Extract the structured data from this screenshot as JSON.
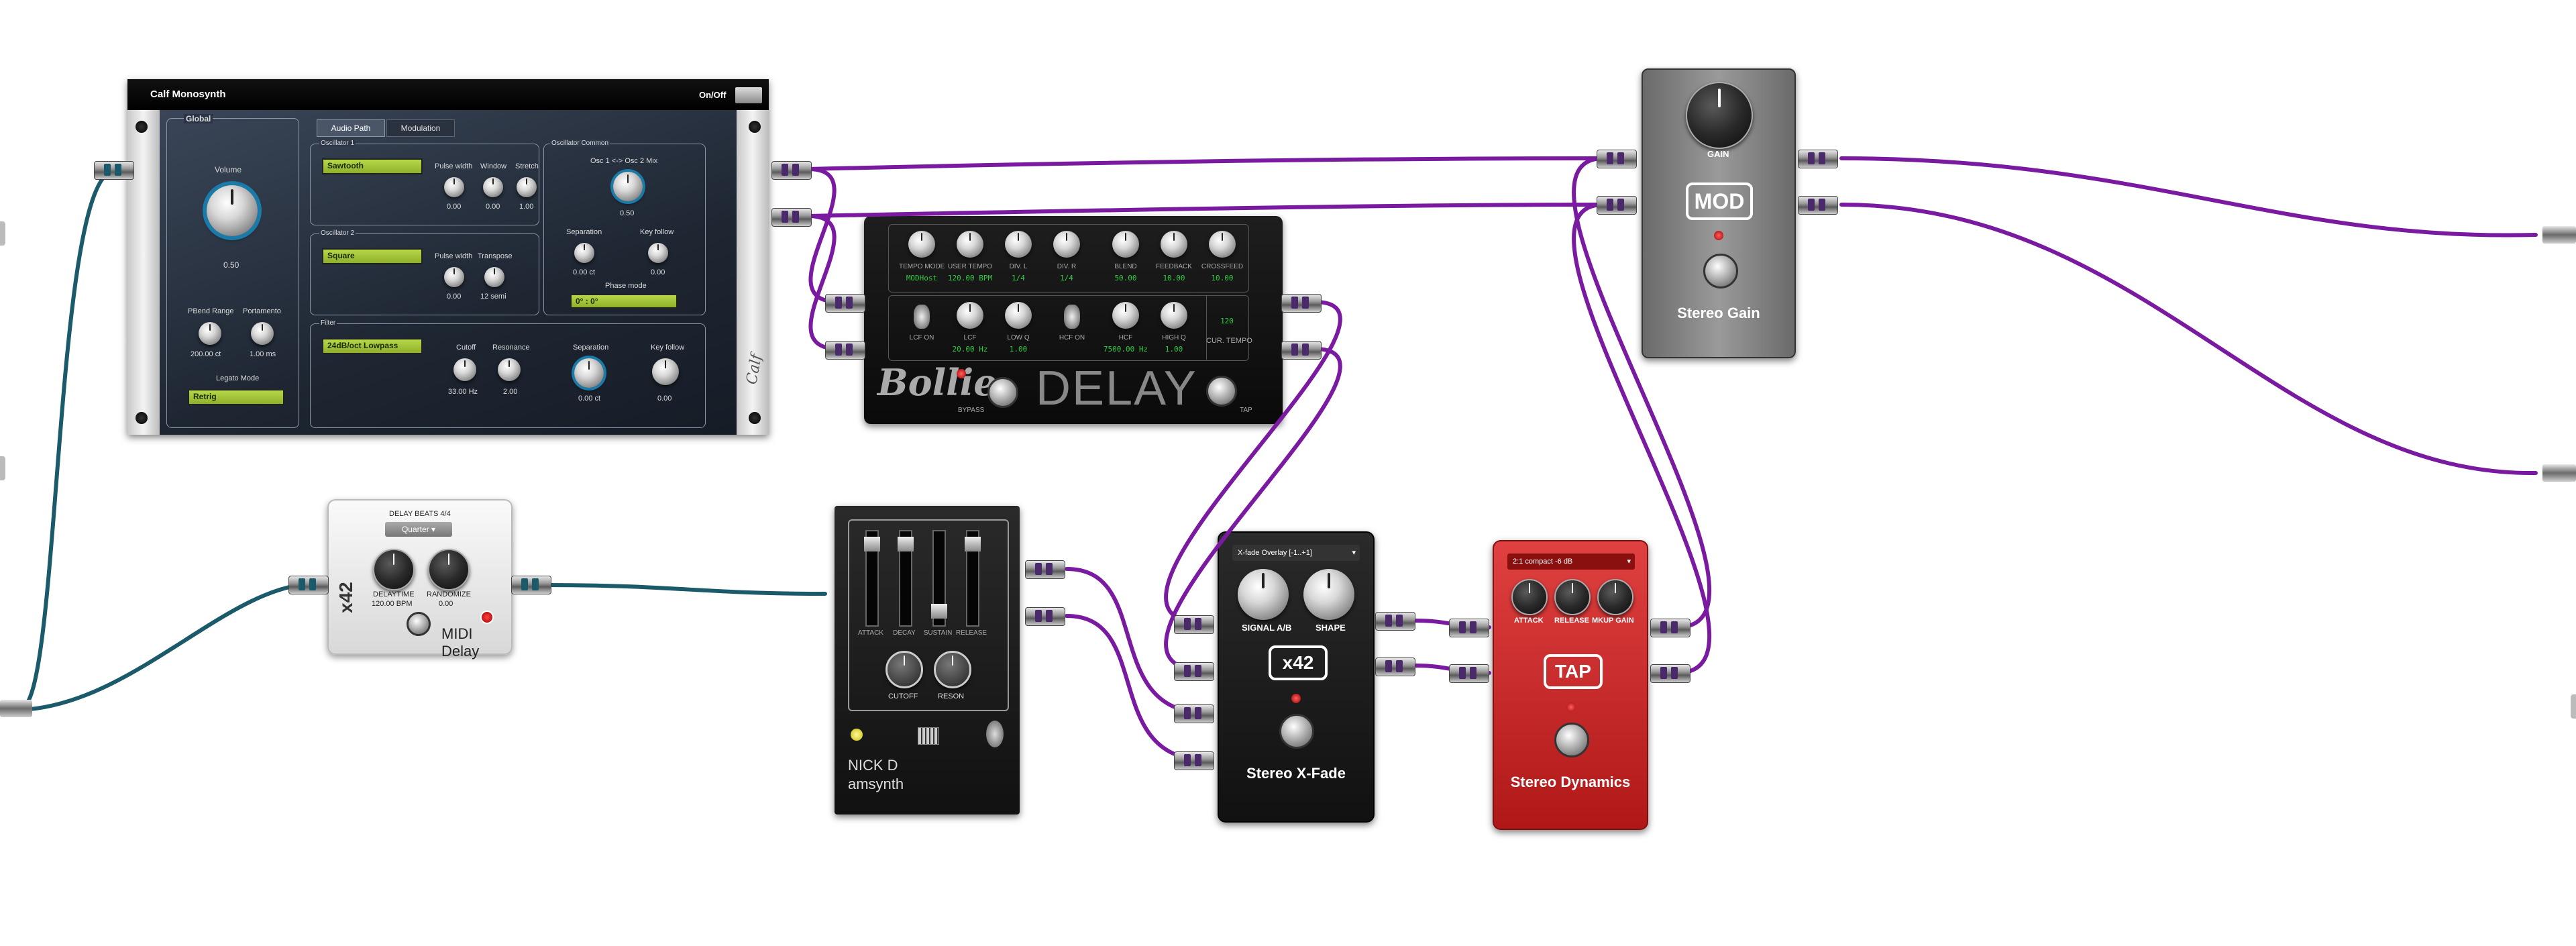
{
  "monosynth": {
    "title": "Calf Monosynth",
    "onoff": "On/Off",
    "tabs": [
      "Audio Path",
      "Modulation"
    ],
    "global_label": "Global",
    "volume_label": "Volume",
    "volume_value": "0.50",
    "pitchbend_label": "PBend Range",
    "pitchbend_value": "200.00 ct",
    "portamento_label": "Portamento",
    "portamento_value": "1.00 ms",
    "legato_label": "Legato Mode",
    "legato_value": "Retrig",
    "osc1_label": "Oscillator 1",
    "osc1_wave": "Sawtooth",
    "osc1_pw_label": "Pulse width",
    "osc1_pw_value": "0.00",
    "osc1_window_label": "Window",
    "osc1_window_value": "0.00",
    "osc1_stretch_label": "Stretch",
    "osc1_stretch_value": "1.00",
    "osc2_label": "Oscillator 2",
    "osc2_wave": "Square",
    "osc2_pw_label": "Pulse width",
    "osc2_pw_value": "0.00",
    "osc2_transpose_label": "Transpose",
    "osc2_transpose_value": "12 semi",
    "common_label": "Oscillator Common",
    "mix_label": "Osc 1 <-> Osc 2 Mix",
    "mix_value": "0.50",
    "sep_label": "Separation",
    "sep_value": "0.00 ct",
    "keyfollow_label": "Key follow",
    "keyfollow_value": "0.00",
    "phase_label": "Phase mode",
    "phase_value": "0° : 0°",
    "filter_label": "Filter",
    "filter_type": "24dB/oct Lowpass",
    "cutoff_label": "Cutoff",
    "cutoff_value": "33.00 Hz",
    "resonance_label": "Resonance",
    "resonance_value": "2.00",
    "fsep_label": "Separation",
    "fsep_value": "0.00 ct",
    "fkey_label": "Key follow",
    "fkey_value": "0.00"
  },
  "delay": {
    "brand": "Bollie",
    "name": "DELAY",
    "bypass_label": "BYPASS",
    "tap_label": "TAP",
    "top_knobs": [
      {
        "label": "TEMPO MODE",
        "value": "MODHost"
      },
      {
        "label": "USER TEMPO",
        "value": "120.00 BPM"
      },
      {
        "label": "DIV. L",
        "value": "1/4"
      },
      {
        "label": "DIV. R",
        "value": "1/4"
      },
      {
        "label": "BLEND",
        "value": "50.00"
      },
      {
        "label": "FEEDBACK",
        "value": "10.00"
      },
      {
        "label": "CROSSFEED",
        "value": "10.00"
      }
    ],
    "bottom": [
      {
        "label": "LCF ON",
        "value": ""
      },
      {
        "label": "LCF",
        "value": "20.00 Hz"
      },
      {
        "label": "LOW Q",
        "value": "1.00"
      },
      {
        "label": "HCF ON",
        "value": ""
      },
      {
        "label": "HCF",
        "value": "7500.00 Hz"
      },
      {
        "label": "HIGH Q",
        "value": "1.00"
      }
    ],
    "cur_tempo_value": "120",
    "cur_tempo_label": "CUR. TEMPO"
  },
  "gain": {
    "knob_label": "GAIN",
    "brand": "MOD",
    "name": "Stereo Gain"
  },
  "mididelay": {
    "beats_label": "DELAY BEATS 4/4",
    "beats_value": "Quarter",
    "delaytime_label": "DELAYTIME",
    "delaytime_value": "120.00 BPM",
    "randomize_label": "RANDOMIZE",
    "randomize_value": "0.00",
    "brand": "x42",
    "name": "MIDI Delay"
  },
  "amsynth": {
    "sliders": [
      "ATTACK",
      "DECAY",
      "SUSTAIN",
      "RELEASE"
    ],
    "cutoff_label": "CUTOFF",
    "reson_label": "RESON",
    "brand": "NICK D",
    "name": "amsynth"
  },
  "xfade": {
    "mode": "X-fade Overlay [-1..+1]",
    "signal_label": "SIGNAL A/B",
    "shape_label": "SHAPE",
    "brand": "x42",
    "name": "Stereo X-Fade"
  },
  "dynamics": {
    "mode": "2:1 compact -6 dB",
    "knobs": [
      "ATTACK",
      "RELEASE",
      "MKUP GAIN"
    ],
    "brand": "TAP",
    "name": "Stereo Dynamics"
  },
  "colors": {
    "audio_cable": "#7a1aa0",
    "midi_cable": "#1b5a6a"
  }
}
